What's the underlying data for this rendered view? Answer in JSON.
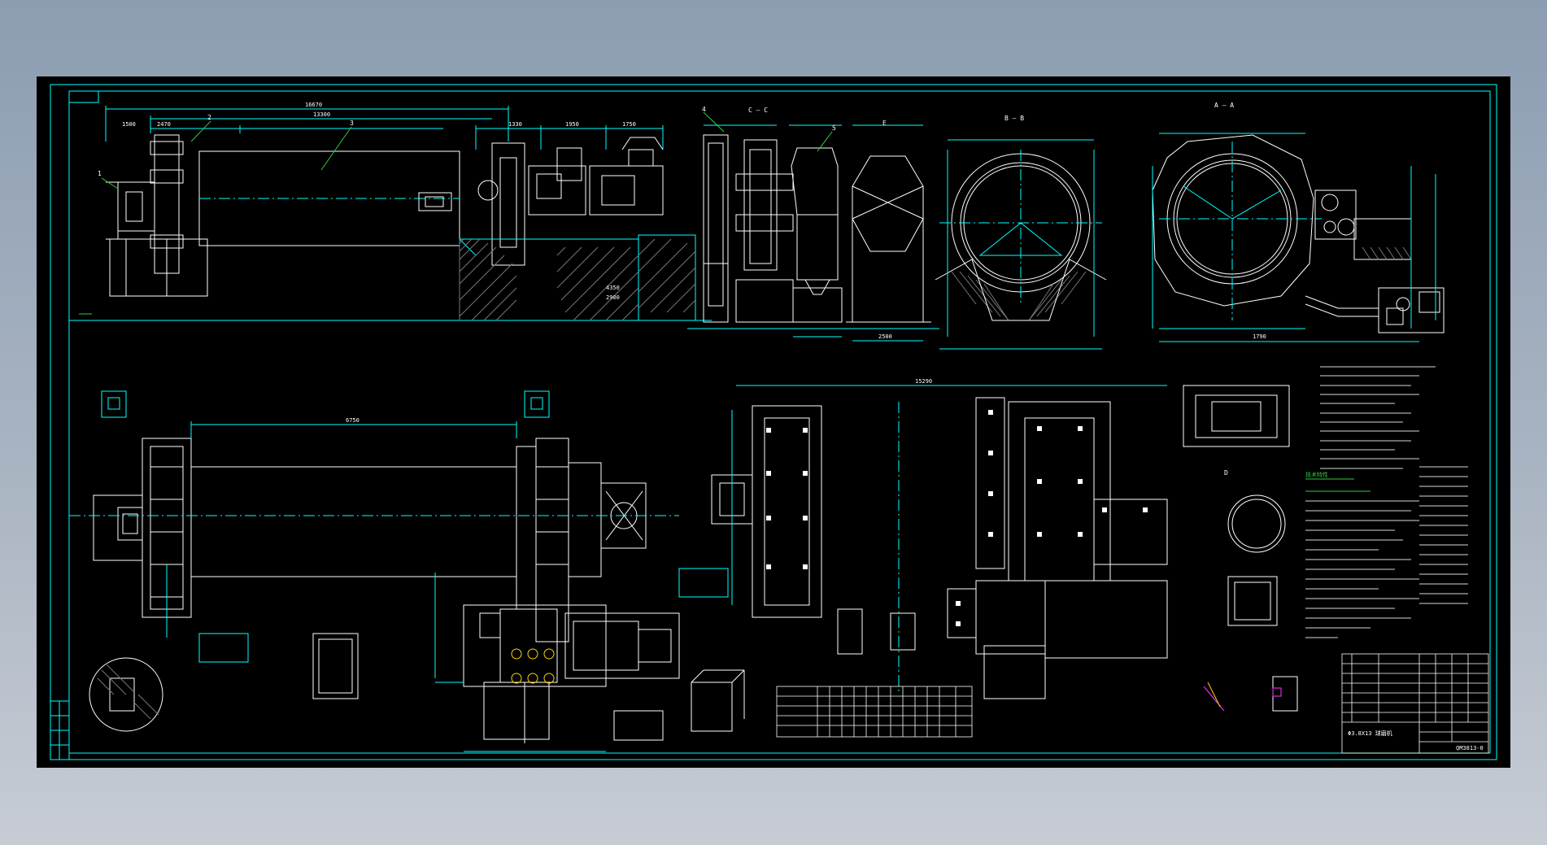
{
  "colors": {
    "background_top": "#8c9db2",
    "background_bottom": "#c7ccd4",
    "canvas": "#000000",
    "line_cyan": "#00ffff",
    "line_white": "#ffffff",
    "line_green": "#2ecc40",
    "line_yellow": "#ffd700",
    "line_magenta": "#ff33ff"
  },
  "labels": {
    "part_callouts": [
      "1",
      "2",
      "3",
      "4",
      "5"
    ],
    "section_a": "A — A",
    "section_b": "B — B",
    "section_c": "C — C",
    "view_d": "D",
    "view_e": "E"
  },
  "dims": {
    "overall_length": "16670",
    "body_length": "13300",
    "sub_1": "1500",
    "sub_2": "2470",
    "drive_1": "1330",
    "drive_2": "1950",
    "drive_3": "1750",
    "plan_len": "6750",
    "base_dim": "4350",
    "base_dim2": "2900",
    "end_width": "2500",
    "found_total": "15290",
    "found_dim": "1790"
  },
  "title_block": {
    "drawing_title": "Φ3.8X13 球磨机",
    "drawing_number": "QM3813-0"
  },
  "notes": {
    "heading": "技术特性"
  }
}
